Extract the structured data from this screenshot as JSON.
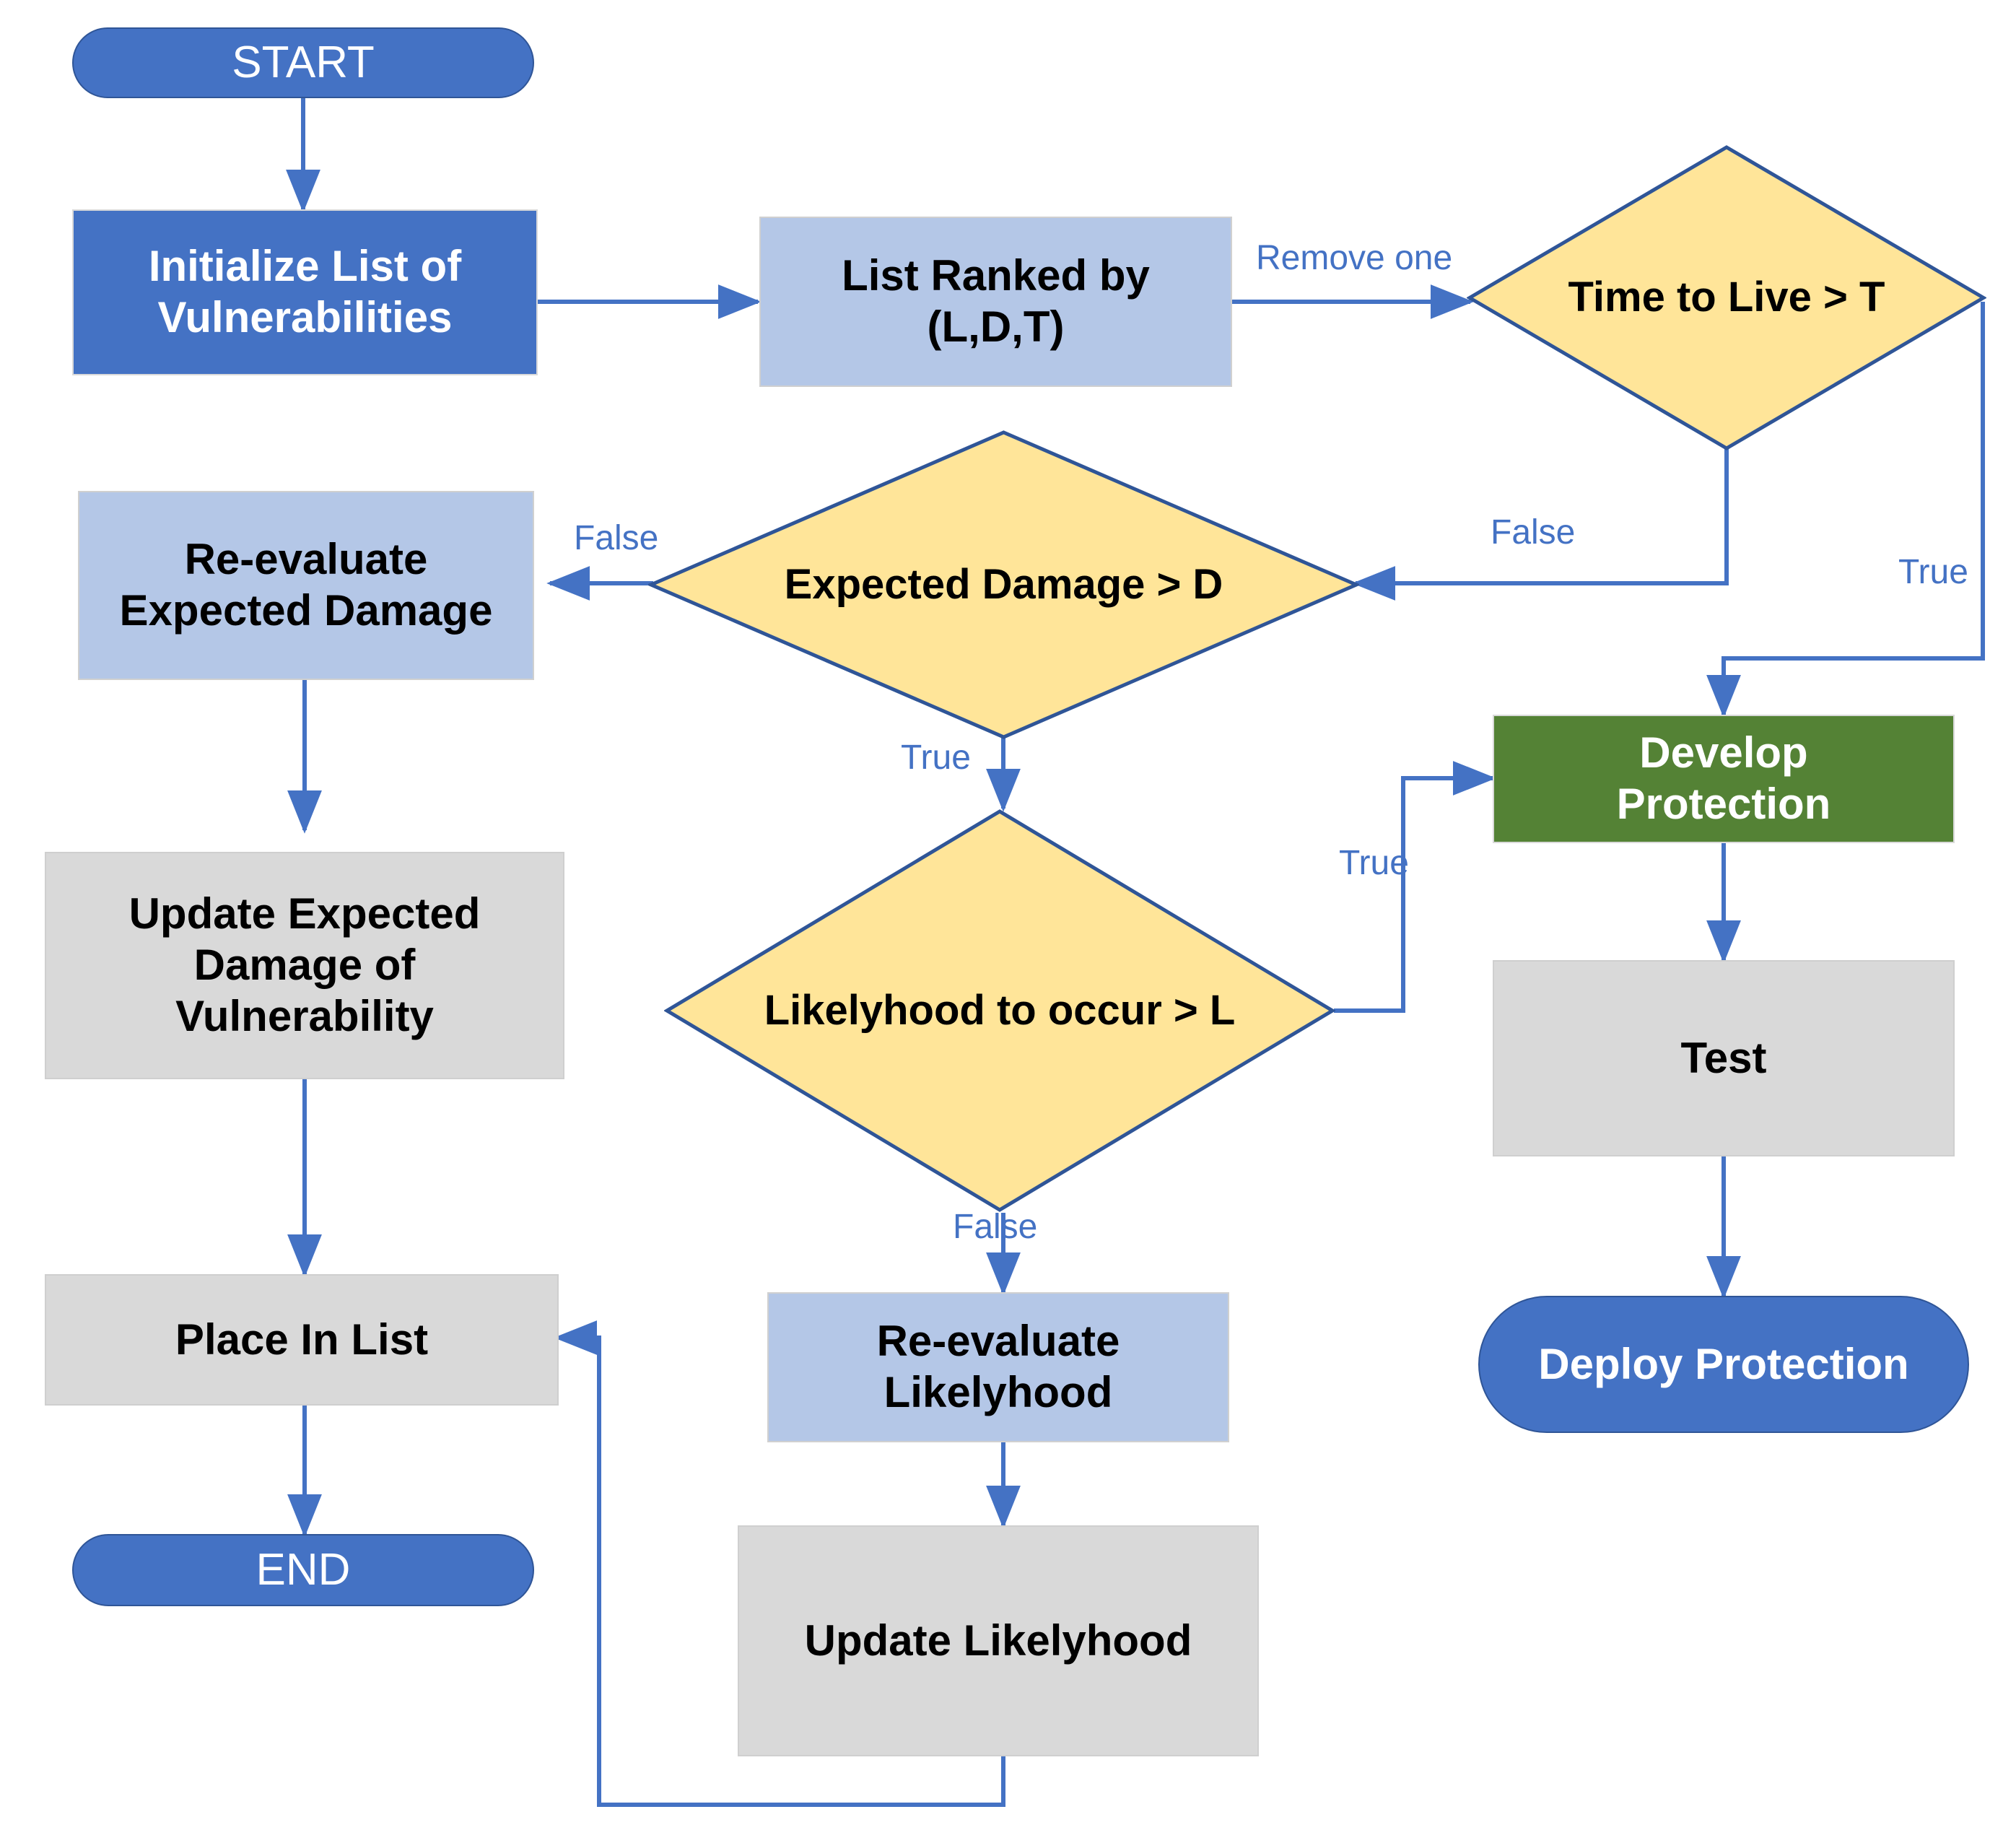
{
  "diagram": {
    "title": "Vulnerability Prioritization and Protection Flowchart",
    "colors": {
      "terminator_fill": "#4472C4",
      "process_dark_fill": "#4472C4",
      "process_light_fill": "#B4C7E7",
      "process_grey_fill": "#D9D9D9",
      "process_green_fill": "#548235",
      "decision_fill": "#FFE599",
      "decision_stroke": "#2F5597",
      "connector": "#4472C4",
      "background": "#FFFFFF"
    },
    "nodes": [
      {
        "id": "start",
        "label": "START",
        "shape": "terminator",
        "fill": "#4472C4"
      },
      {
        "id": "init_list",
        "label": "Initialize List of\nVulnerabilities",
        "shape": "process",
        "fill": "#4472C4"
      },
      {
        "id": "list_ranked",
        "label": "List Ranked by\n(L,D,T)",
        "shape": "process",
        "fill": "#B4C7E7"
      },
      {
        "id": "ttl",
        "label": "Time to Live > T",
        "shape": "decision",
        "fill": "#FFE599"
      },
      {
        "id": "reeval_damage",
        "label": "Re-evaluate\nExpected Damage",
        "shape": "process",
        "fill": "#B4C7E7"
      },
      {
        "id": "exp_damage",
        "label": "Expected Damage > D",
        "shape": "decision",
        "fill": "#FFE599"
      },
      {
        "id": "develop_prot",
        "label": "Develop\nProtection",
        "shape": "process",
        "fill": "#548235"
      },
      {
        "id": "update_damage",
        "label": "Update Expected\nDamage of\nVulnerability",
        "shape": "process",
        "fill": "#D9D9D9"
      },
      {
        "id": "likelyhood",
        "label": "Likelyhood to occur > L",
        "shape": "decision",
        "fill": "#FFE599"
      },
      {
        "id": "test",
        "label": "Test",
        "shape": "process",
        "fill": "#D9D9D9"
      },
      {
        "id": "place_in_list",
        "label": "Place In List",
        "shape": "process",
        "fill": "#D9D9D9"
      },
      {
        "id": "reeval_likely",
        "label": "Re-evaluate\nLikelyhood",
        "shape": "process",
        "fill": "#B4C7E7"
      },
      {
        "id": "deploy_prot",
        "label": "Deploy Protection",
        "shape": "terminator",
        "fill": "#4472C4"
      },
      {
        "id": "end",
        "label": "END",
        "shape": "terminator",
        "fill": "#4472C4"
      },
      {
        "id": "update_likely",
        "label": "Update Likelyhood",
        "shape": "process",
        "fill": "#D9D9D9"
      }
    ],
    "edges": [
      {
        "id": "e1",
        "from": "start",
        "to": "init_list",
        "label": ""
      },
      {
        "id": "e2",
        "from": "init_list",
        "to": "list_ranked",
        "label": ""
      },
      {
        "id": "e3",
        "from": "list_ranked",
        "to": "ttl",
        "label": "Remove one"
      },
      {
        "id": "e4",
        "from": "ttl",
        "to": "exp_damage",
        "label": "False"
      },
      {
        "id": "e5",
        "from": "ttl",
        "to": "develop_prot",
        "label": "True"
      },
      {
        "id": "e6",
        "from": "exp_damage",
        "to": "reeval_damage",
        "label": "False"
      },
      {
        "id": "e7",
        "from": "exp_damage",
        "to": "likelyhood",
        "label": "True"
      },
      {
        "id": "e8",
        "from": "reeval_damage",
        "to": "update_damage",
        "label": ""
      },
      {
        "id": "e9",
        "from": "update_damage",
        "to": "place_in_list",
        "label": ""
      },
      {
        "id": "e10",
        "from": "place_in_list",
        "to": "end",
        "label": ""
      },
      {
        "id": "e11",
        "from": "likelyhood",
        "to": "develop_prot",
        "label": "True"
      },
      {
        "id": "e12",
        "from": "likelyhood",
        "to": "reeval_likely",
        "label": "False"
      },
      {
        "id": "e13",
        "from": "reeval_likely",
        "to": "update_likely",
        "label": ""
      },
      {
        "id": "e14",
        "from": "update_likely",
        "to": "place_in_list",
        "label": ""
      },
      {
        "id": "e15",
        "from": "develop_prot",
        "to": "test",
        "label": ""
      },
      {
        "id": "e16",
        "from": "test",
        "to": "deploy_prot",
        "label": ""
      }
    ],
    "edge_labels": {
      "remove_one": "Remove one",
      "ttl_false": "False",
      "ttl_true": "True",
      "damage_false": "False",
      "damage_true": "True",
      "likely_true": "True",
      "likely_false": "False"
    }
  }
}
